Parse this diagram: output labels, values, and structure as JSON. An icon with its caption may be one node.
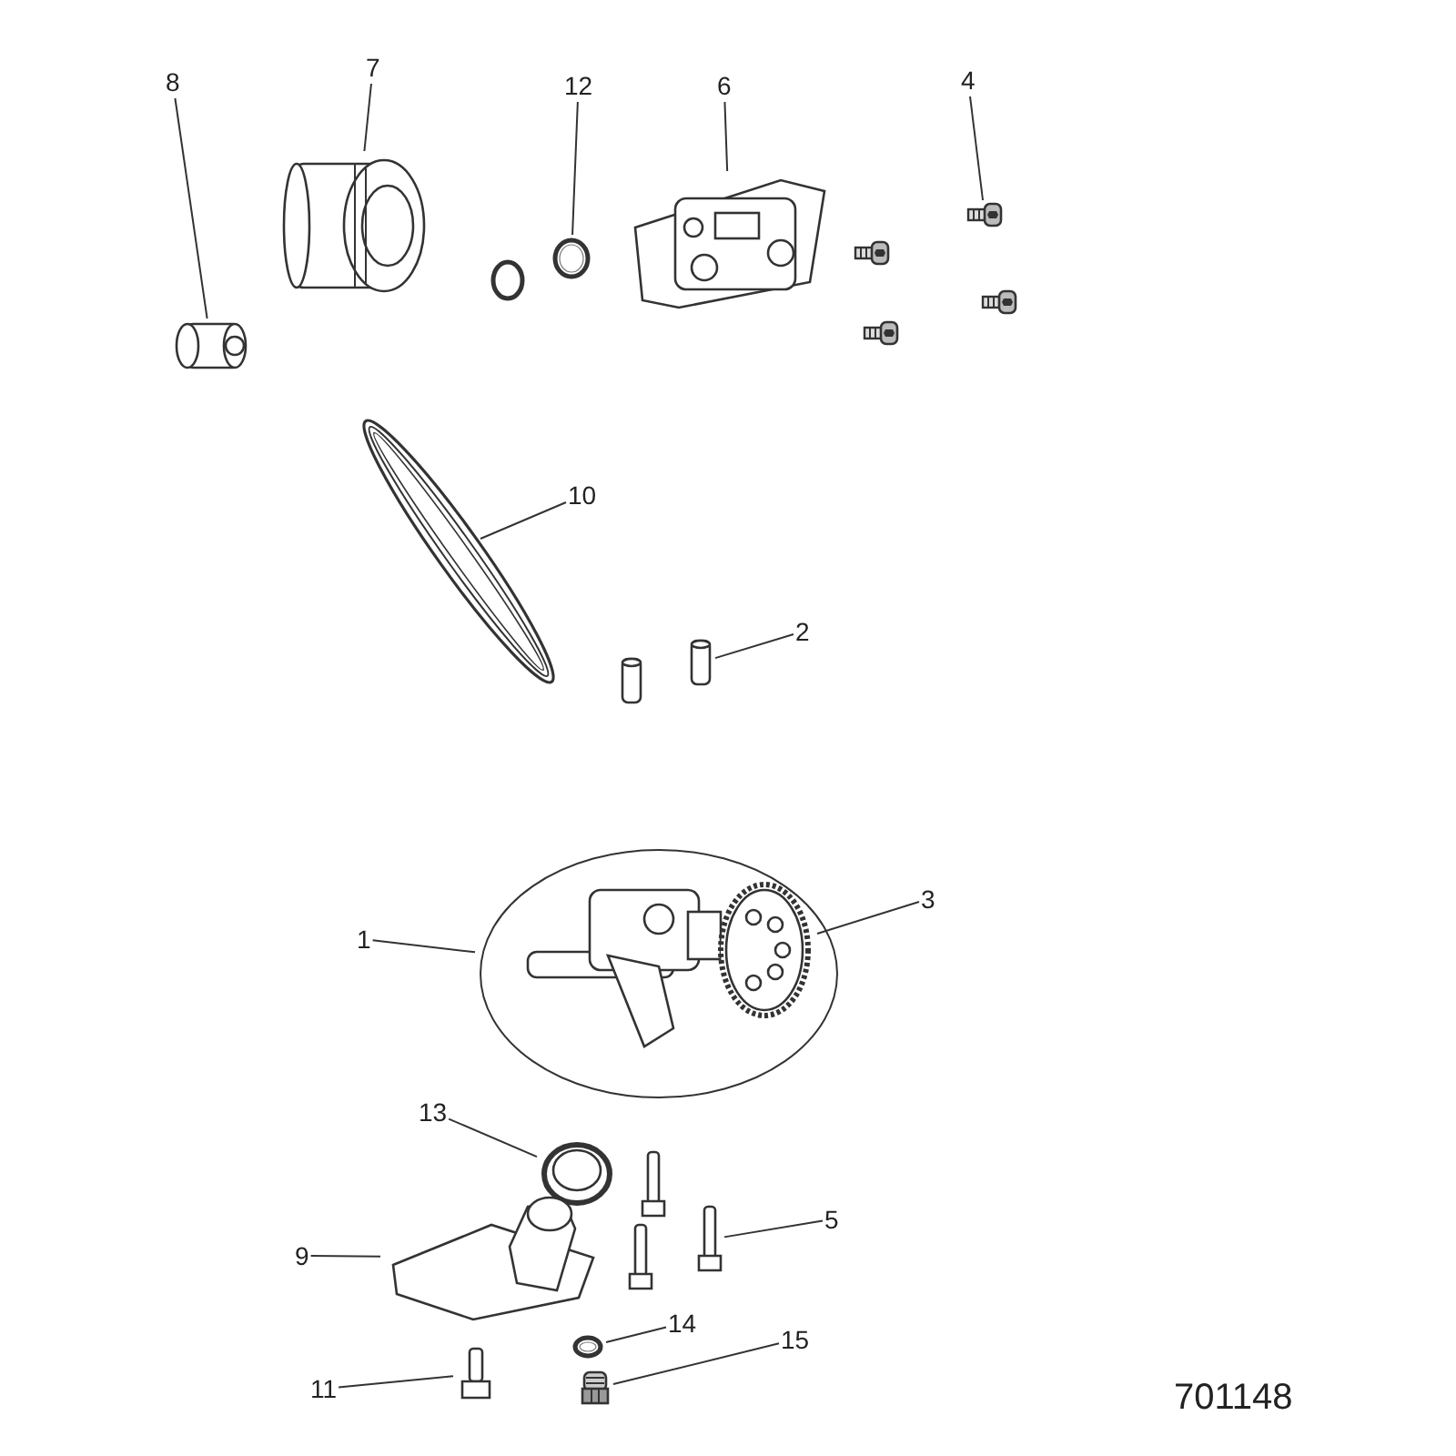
{
  "diagram": {
    "nodes": [
      {
        "text": [
          "8"
        ]
      },
      {
        "text": [],
        "shape": "cylinder"
      },
      {
        "text": [
          "7"
        ]
      },
      {
        "text": [],
        "shape": "picture"
      },
      {
        "text": [
          "12"
        ]
      },
      {
        "text": [],
        "shape": "circle"
      },
      {
        "text": [
          "6"
        ]
      },
      {
        "text": [],
        "shape": "picture"
      },
      {
        "text": [
          "4"
        ]
      },
      {
        "text": [],
        "shape": "picture"
      },
      {
        "text": [
          "10"
        ]
      },
      {
        "text": [],
        "shape": "picture"
      },
      {
        "text": [
          "2"
        ]
      },
      {
        "text": [],
        "shape": "picture"
      },
      {
        "text": [
          "1"
        ]
      },
      {
        "text": [],
        "shape": "picture"
      },
      {
        "text": [
          "3"
        ]
      },
      {
        "text": [],
        "shape": "picture",
        "in": 15
      },
      {
        "text": [
          "13"
        ]
      },
      {
        "text": [],
        "shape": "picture"
      },
      {
        "text": [
          "5"
        ]
      },
      {
        "text": [],
        "shape": "picture"
      },
      {
        "text": [
          "9"
        ]
      },
      {
        "text": [],
        "shape": "picture"
      },
      {
        "text": [
          "14"
        ]
      },
      {
        "text": [],
        "shape": "circle"
      },
      {
        "text": [
          "15"
        ]
      },
      {
        "text": [],
        "shape": "picture"
      },
      {
        "text": [
          "11"
        ]
      },
      {
        "text": [],
        "shape": "picture"
      }
    ],
    "edges": [
      {
        "from": 0,
        "to": 1,
        "arrow": "none"
      },
      {
        "from": 2,
        "to": 3,
        "arrow": "none"
      },
      {
        "from": 4,
        "to": 5,
        "arrow": "none"
      },
      {
        "from": 6,
        "to": 7,
        "arrow": "none"
      },
      {
        "from": 8,
        "to": 9,
        "arrow": "none"
      },
      {
        "from": 10,
        "to": 11,
        "arrow": "none"
      },
      {
        "from": 12,
        "to": 13,
        "arrow": "none"
      },
      {
        "from": 14,
        "to": 15,
        "arrow": "none"
      },
      {
        "from": 16,
        "to": 17,
        "arrow": "none"
      },
      {
        "from": 18,
        "to": 19,
        "arrow": "none"
      },
      {
        "from": 20,
        "to": 21,
        "arrow": "none"
      },
      {
        "from": 22,
        "to": 23,
        "arrow": "none"
      },
      {
        "from": 24,
        "to": 25,
        "arrow": "none"
      },
      {
        "from": 26,
        "to": 27,
        "arrow": "none"
      },
      {
        "from": 28,
        "to": 29,
        "arrow": "none"
      }
    ],
    "labels": [
      "701148"
    ]
  }
}
